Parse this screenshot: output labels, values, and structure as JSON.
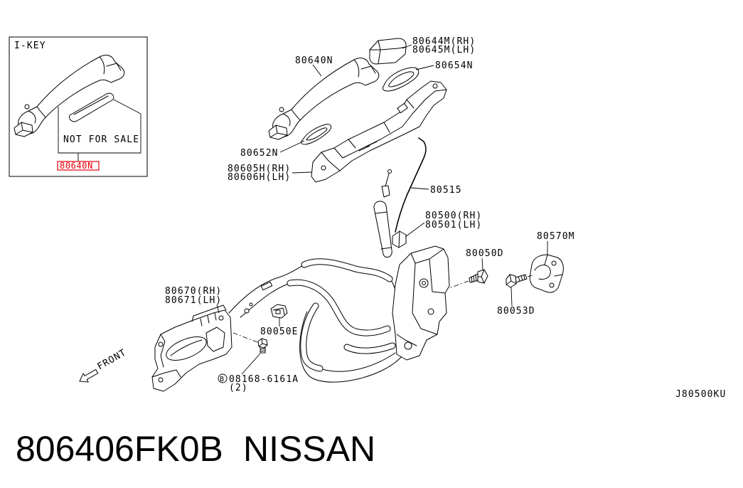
{
  "inset": {
    "title": "I-KEY",
    "note": "NOT FOR SALE",
    "highlighted_part": "80640N"
  },
  "callouts": {
    "p80644M": "80644M(RH)",
    "p80645M": "80645M(LH)",
    "p80640N": "80640N",
    "p80654N": "80654N",
    "p80652N": "80652N",
    "p80605H": "80605H(RH)",
    "p80606H": "80606H(LH)",
    "p80515": "80515",
    "p80500": "80500(RH)",
    "p80501": "80501(LH)",
    "p80570M": "80570M",
    "p80050D": "80050D",
    "p80670": "80670(RH)",
    "p80671": "80671(LH)",
    "p80050E": "80050E",
    "p80053D": "80053D",
    "bolt_prefix": "B",
    "p08168": "08168-6161A",
    "bolt_qty": "(2)"
  },
  "front_arrow_label": "FRONT",
  "diagram_code": "J80500KU",
  "caption": {
    "part_number": "806406FK0B",
    "brand": "NISSAN"
  },
  "colors": {
    "line": "#000000",
    "highlight": "#e8000b",
    "background": "#ffffff"
  }
}
